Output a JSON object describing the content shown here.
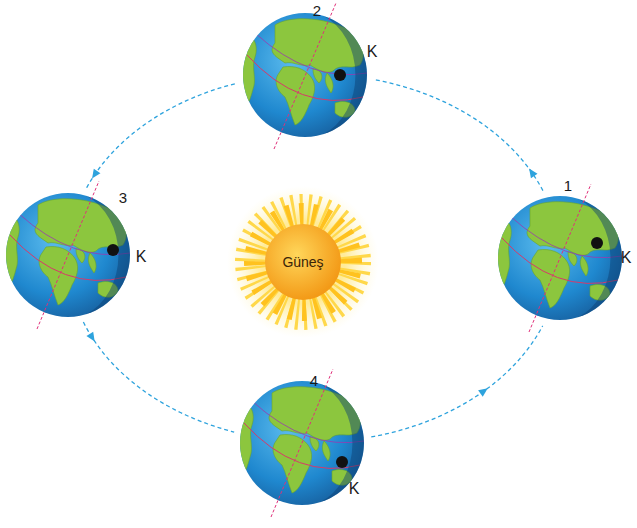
{
  "diagram": {
    "nodes": [
      {
        "text": [
          "Güneş"
        ]
      },
      {
        "text": [
          "1",
          "K"
        ]
      },
      {
        "text": [
          "2",
          "K"
        ]
      },
      {
        "text": [
          "3",
          "K"
        ]
      },
      {
        "text": [
          "4",
          "K"
        ]
      }
    ],
    "edges": [
      {
        "from": 1,
        "to": 2,
        "arrow": "to"
      },
      {
        "from": 2,
        "to": 3,
        "arrow": "to"
      },
      {
        "from": 3,
        "to": 4,
        "arrow": "to"
      },
      {
        "from": 4,
        "to": 1,
        "arrow": "to"
      }
    ]
  }
}
